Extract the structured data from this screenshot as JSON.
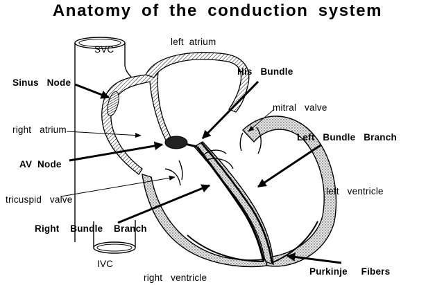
{
  "title": "Anatomy of the conduction system",
  "labels": {
    "svc": "SVC",
    "ivc": "IVC",
    "left_atrium": "left  atrium",
    "his_bundle": "His   Bundle",
    "sinus_node": "Sinus   Node",
    "mitral_valve": "mitral   valve",
    "right_atrium": "right   atrium",
    "left_bundle_branch": "Left   Bundle   Branch",
    "av_node": "AV  Node",
    "tricuspid_valve": "tricuspid   valve",
    "left_ventricle": "left   ventricle",
    "right_bundle_branch": "Right    Bundle    Branch",
    "purkinje_fibers": "Purkinje     Fibers",
    "right_ventricle": "right   ventricle"
  },
  "icons": {
    "arrow": "black-pointer-arrow",
    "leader": "thin-leader-line-arrow",
    "stipple": "dotted-muscle-texture",
    "hatch": "diagonal-hatched-septum"
  },
  "colors": {
    "ink": "#000000",
    "background": "#ffffff",
    "stipple_fill": "#d9d9d9"
  }
}
